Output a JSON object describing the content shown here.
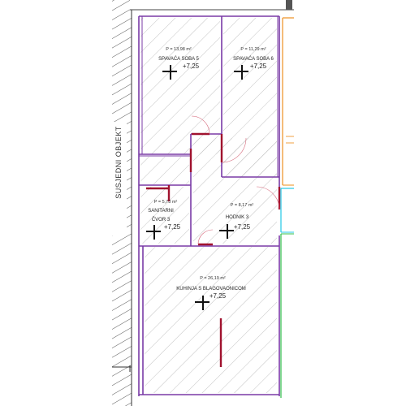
{
  "neighbor_label": "SUSJEDNI OBJEKT",
  "rooms": [
    {
      "id": "spavaca-soba-5",
      "area": "P = 13,98 m²",
      "name": "SPAVAĆA SOBA 5",
      "name2": "",
      "level": "+7,25"
    },
    {
      "id": "spavaca-soba-6",
      "area": "P = 11,29 m²",
      "name": "SPAVAĆA SOBA 6",
      "name2": "",
      "level": "+7,25"
    },
    {
      "id": "sanitarni-cvor-3",
      "area": "P = 5,73 m²",
      "name": "SANITARNI",
      "name2": "ČVOR 3",
      "level": "+7,25"
    },
    {
      "id": "hodnik-3",
      "area": "P = 8,17 m²",
      "name": "HODNIK 3",
      "name2": "",
      "level": "+7,25"
    },
    {
      "id": "kuhinja",
      "area": "P = 26,19 m²",
      "name": "KUHINJA S BLAGOVAONICOM",
      "name2": "",
      "level": "+7,25"
    }
  ],
  "colors": {
    "wall": "#7a3aa6",
    "door": "#a0122e",
    "hatch": "#b9b9b9",
    "orange": "#f0a040",
    "cyan": "#21c7e6",
    "green": "#2fbf4a"
  }
}
